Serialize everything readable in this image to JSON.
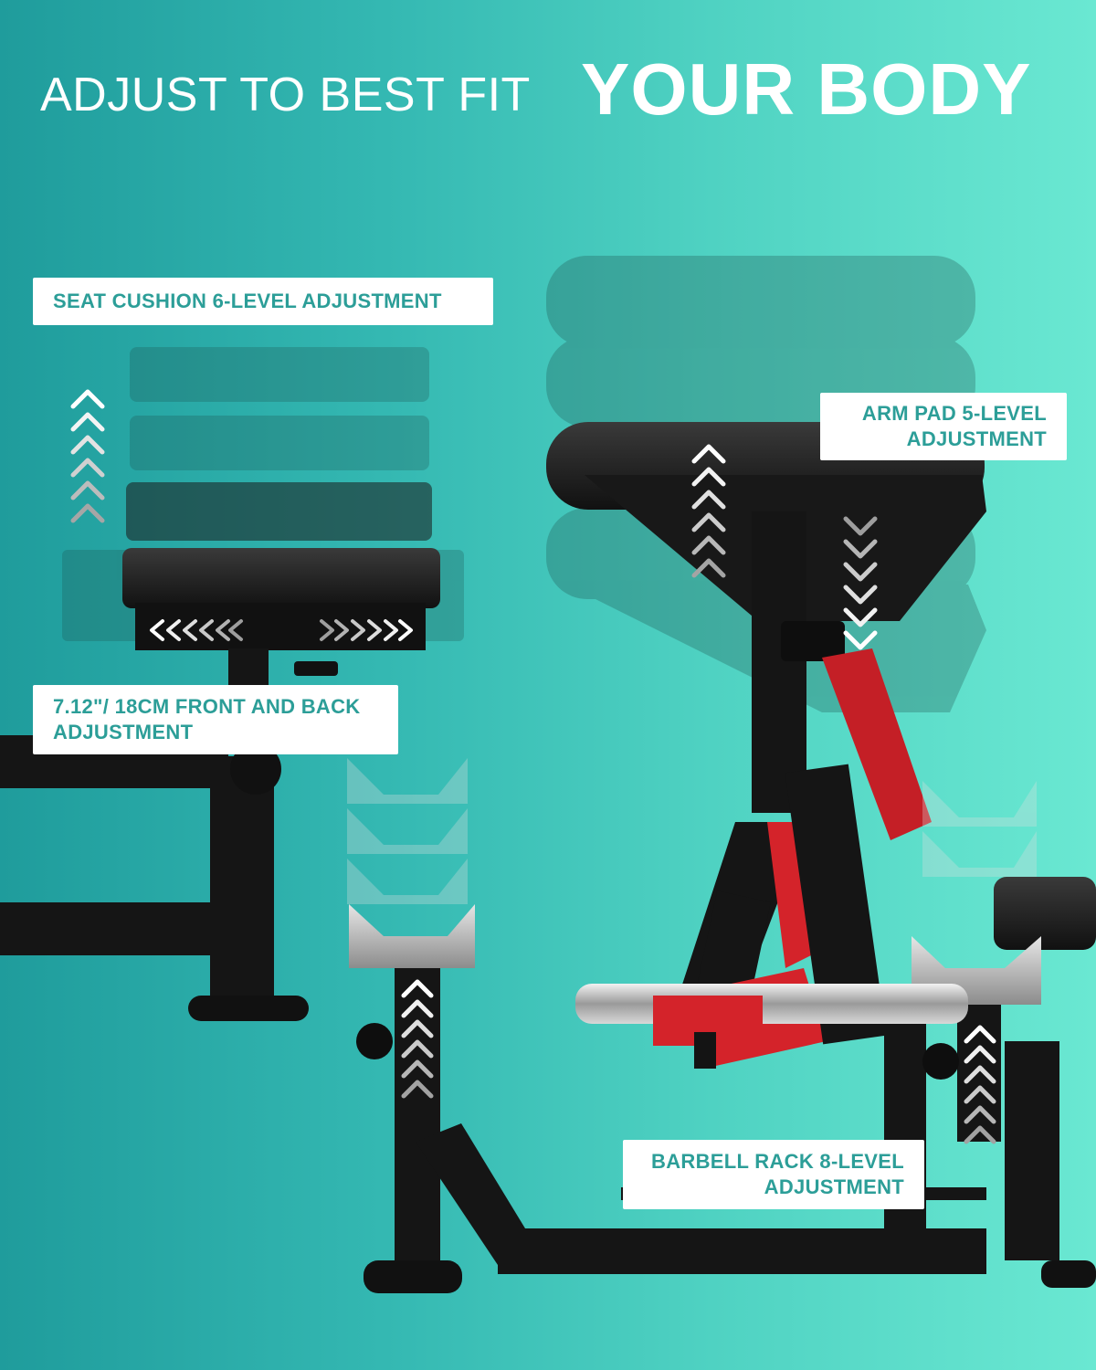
{
  "headline": {
    "light_text": "ADJUST TO BEST FIT",
    "bold_text": "YOUR BODY"
  },
  "labels": {
    "seat_cushion": "SEAT CUSHION 6-LEVEL ADJUSTMENT",
    "arm_pad": [
      "ARM PAD 5-LEVEL",
      "ADJUSTMENT"
    ],
    "front_back": [
      "7.12\"/ 18CM FRONT AND BACK",
      "ADJUSTMENT"
    ],
    "barbell_rack": [
      "BARBELL RACK 8-LEVEL",
      "ADJUSTMENT"
    ]
  },
  "colors": {
    "background_left": "#1f9c9c",
    "background_right": "#6ae8d2",
    "label_text": "#2c9e98",
    "frame_black": "#151515",
    "frame_red": "#d4232a"
  }
}
